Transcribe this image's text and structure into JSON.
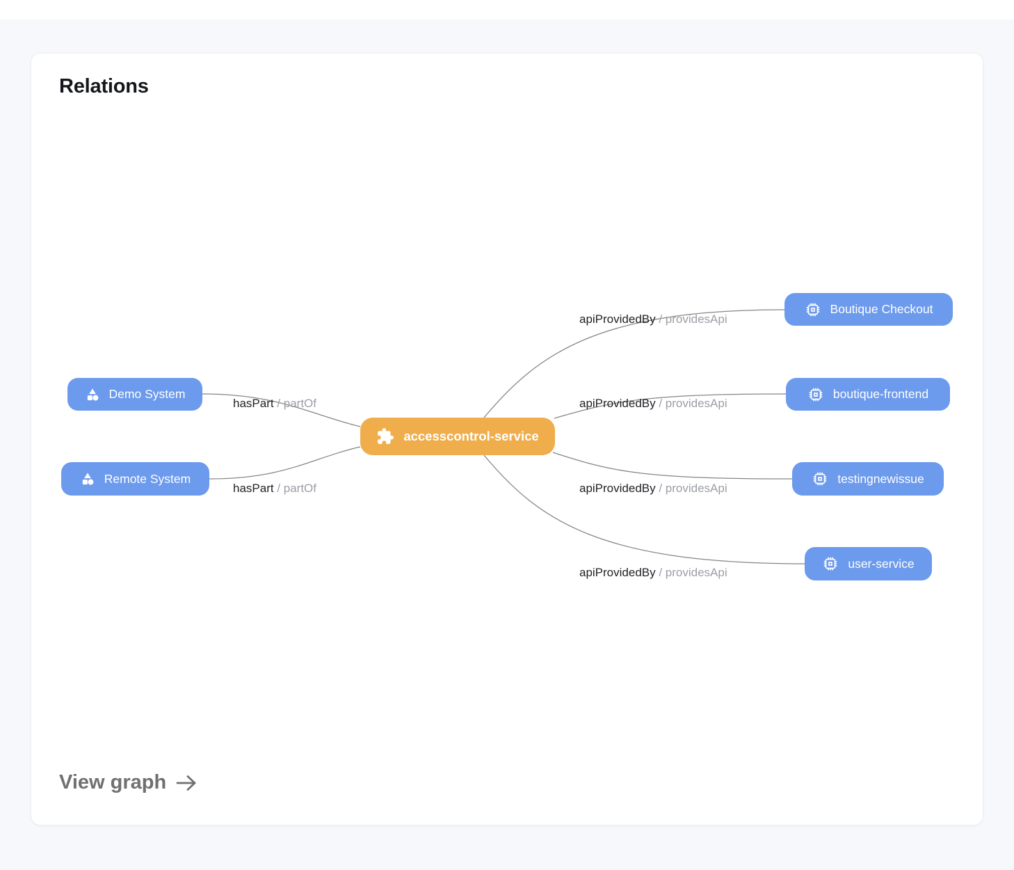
{
  "page": {
    "title": "Relations",
    "view_graph": {
      "label": "View graph"
    }
  },
  "colors": {
    "accent_orange": "#efae4b",
    "node_blue": "#6c9aec",
    "edge_line": "#858585",
    "relation_text": "#1f2125",
    "inverse_text": "#9b9ea6",
    "page_bg": "#f7f8fb",
    "card_bg": "#ffffff"
  },
  "graph": {
    "separator": " / ",
    "center_node": {
      "label": "accesscontrol-service",
      "icon": "puzzle-icon"
    },
    "left_nodes": [
      {
        "label": "Demo System",
        "icon": "system-icon",
        "relation": "hasPart",
        "inverse": "partOf"
      },
      {
        "label": "Remote System",
        "icon": "system-icon",
        "relation": "hasPart",
        "inverse": "partOf"
      }
    ],
    "right_nodes": [
      {
        "label": "Boutique Checkout",
        "icon": "api-chip-icon",
        "relation": "apiProvidedBy",
        "inverse": "providesApi"
      },
      {
        "label": "boutique-frontend",
        "icon": "api-chip-icon",
        "relation": "apiProvidedBy",
        "inverse": "providesApi"
      },
      {
        "label": "testingnewissue",
        "icon": "api-chip-icon",
        "relation": "apiProvidedBy",
        "inverse": "providesApi"
      },
      {
        "label": "user-service",
        "icon": "api-chip-icon",
        "relation": "apiProvidedBy",
        "inverse": "providesApi"
      }
    ]
  }
}
